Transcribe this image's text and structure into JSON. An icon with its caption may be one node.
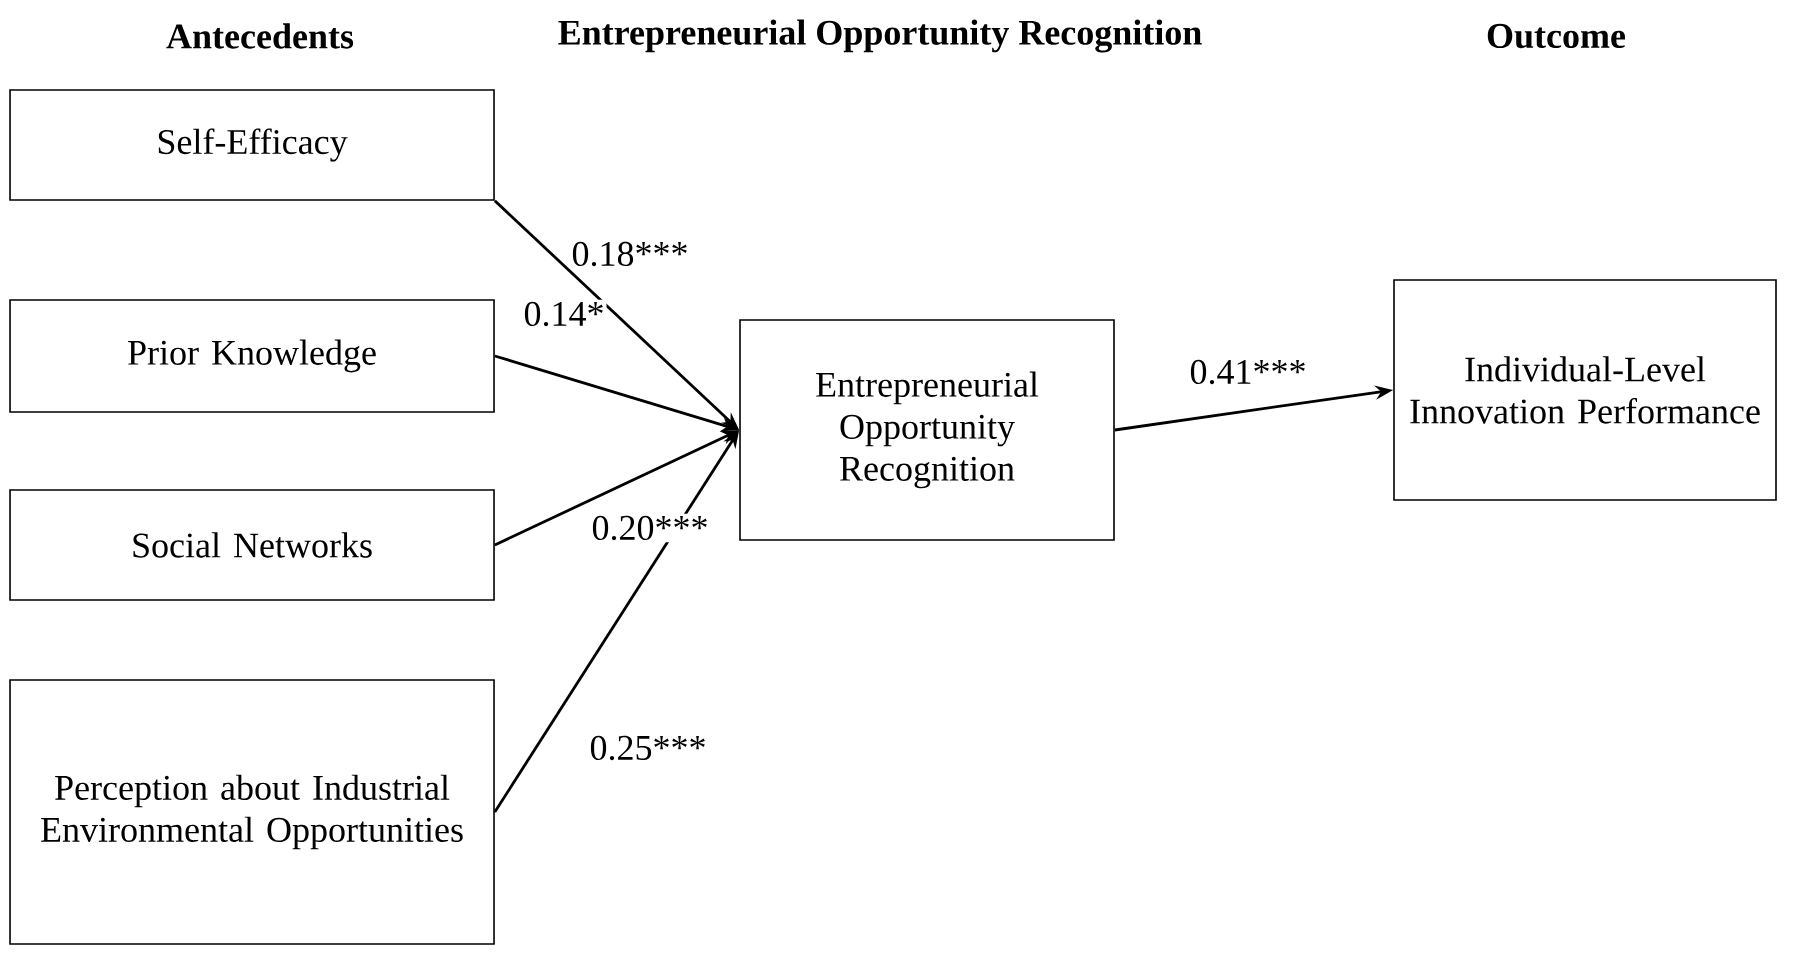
{
  "diagram": {
    "nodes": [
      {
        "text": [
          "Self-Efficacy"
        ]
      },
      {
        "text": [
          "Prior Knowledge"
        ]
      },
      {
        "text": [
          "Social Networks"
        ]
      },
      {
        "text": [
          "Perception about Industrial Environmental Opportunities"
        ]
      },
      {
        "text": [
          "Entrepreneurial Opportunity Recognition"
        ]
      },
      {
        "text": [
          "Individual-Level Innovation Performance"
        ]
      }
    ],
    "edges": [
      {
        "from": 0,
        "to": 4,
        "arrow": "to",
        "label": "0.18***"
      },
      {
        "from": 1,
        "to": 4,
        "arrow": "to",
        "label": "0.14*"
      },
      {
        "from": 2,
        "to": 4,
        "arrow": "to",
        "label": "0.20***"
      },
      {
        "from": 3,
        "to": 4,
        "arrow": "to",
        "label": "0.25***"
      },
      {
        "from": 4,
        "to": 5,
        "arrow": "to",
        "label": "0.41***"
      }
    ],
    "labels": [
      "Antecedents",
      "Entrepreneurial Opportunity Recognition",
      "Outcome"
    ]
  }
}
